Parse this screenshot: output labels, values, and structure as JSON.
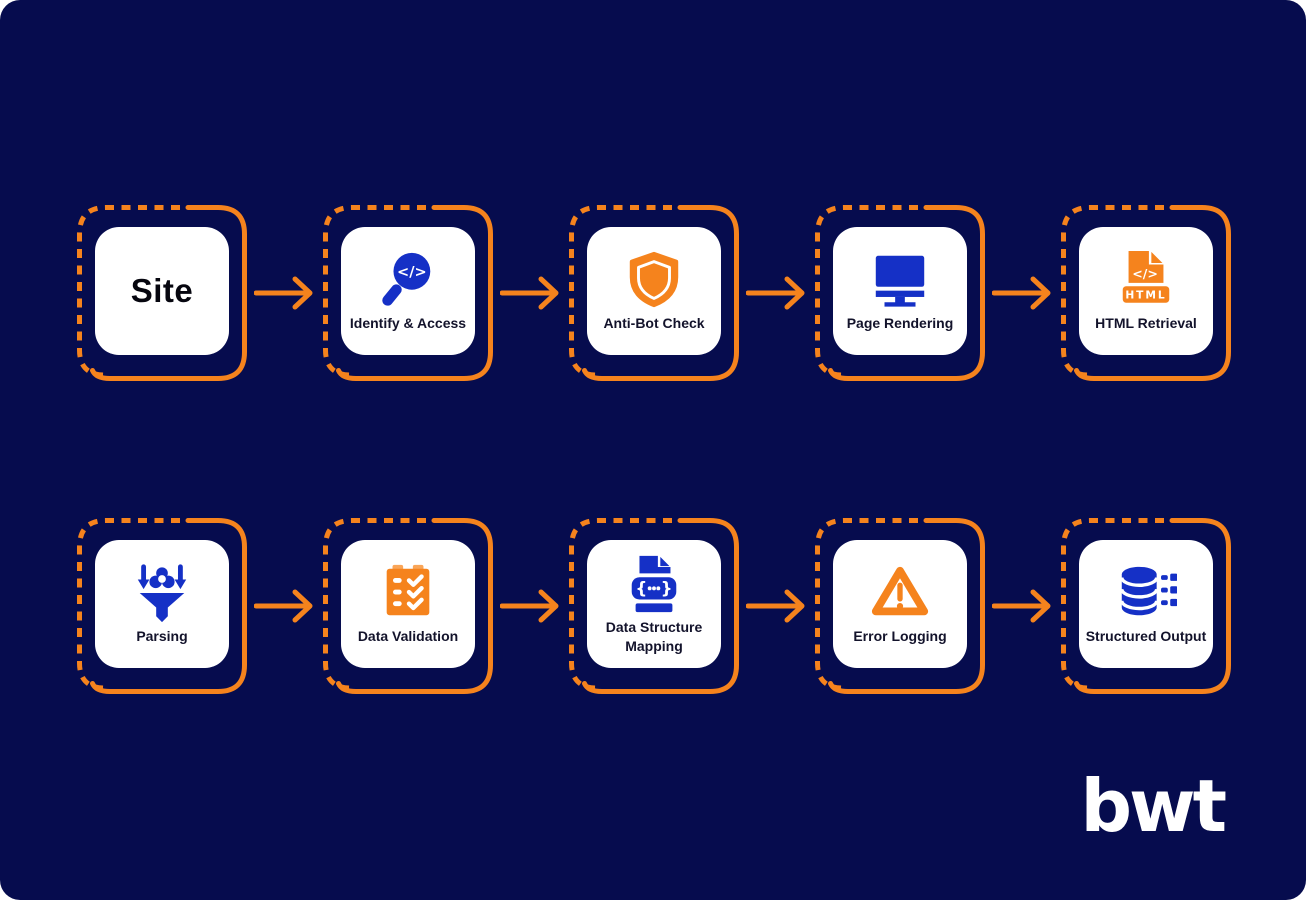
{
  "colors": {
    "background": "#060C4E",
    "accent_orange": "#F5831D",
    "icon_blue": "#1530C6",
    "light_orange": "#F9A558",
    "card_white": "#FFFFFF",
    "label_dark": "#13132B"
  },
  "logo": {
    "text": "bwt"
  },
  "flow": {
    "rows": [
      {
        "steps": [
          {
            "label": "Site",
            "icon": "none"
          },
          {
            "label": "Identify & Access",
            "icon": "code-magnifier-icon"
          },
          {
            "label": "Anti-Bot Check",
            "icon": "shield-icon"
          },
          {
            "label": "Page Rendering",
            "icon": "monitor-icon"
          },
          {
            "label": "HTML Retrieval",
            "icon": "html-file-icon"
          }
        ]
      },
      {
        "steps": [
          {
            "label": "Parsing",
            "icon": "funnel-filter-icon"
          },
          {
            "label": "Data Validation",
            "icon": "checklist-icon"
          },
          {
            "label": "Data Structure Mapping",
            "icon": "code-document-icon"
          },
          {
            "label": "Error Logging",
            "icon": "warning-triangle-icon"
          },
          {
            "label": "Structured Output",
            "icon": "database-icon"
          }
        ]
      }
    ]
  }
}
